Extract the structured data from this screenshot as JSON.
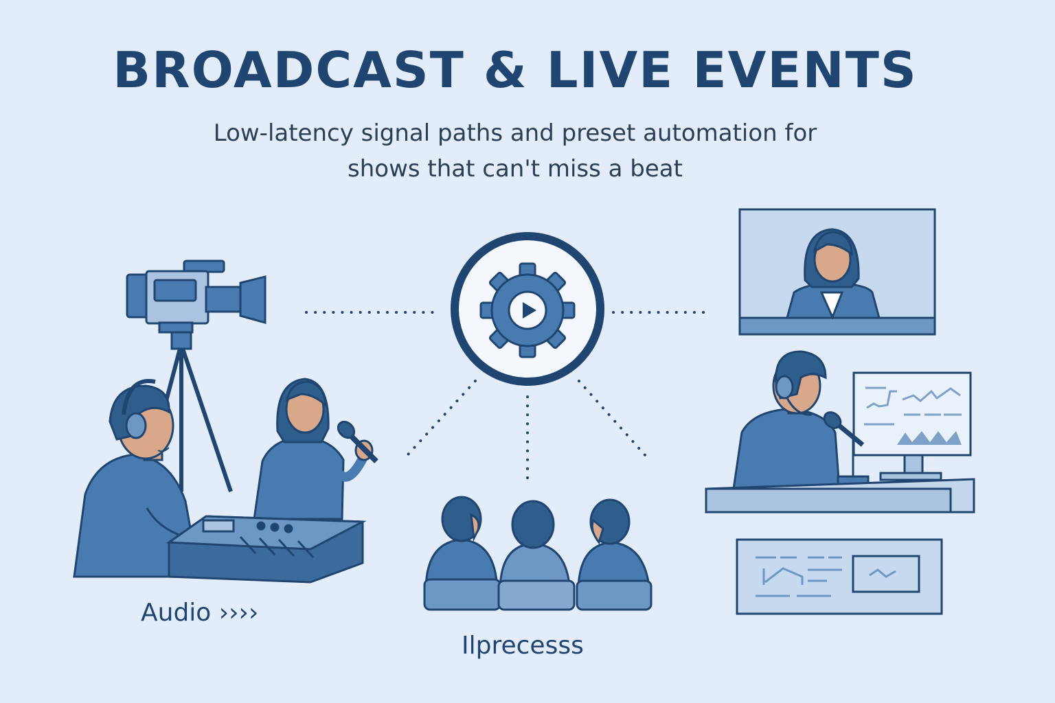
{
  "header": {
    "title": "BROADCAST & LIVE EVENTS",
    "subtitle_line1": "Low-latency signal paths and preset automation for",
    "subtitle_line2": "shows that can't miss a beat"
  },
  "labels": {
    "audio": "Audio ››››",
    "process": "Ilprecesss"
  },
  "colors": {
    "background": "#e2edf9",
    "primary_dark": "#1f4570",
    "primary": "#4a7bb0",
    "primary_light": "#a9c3e0"
  },
  "icons": [
    "video-camera-icon",
    "gear-play-icon",
    "monitor-icon",
    "microphone-icon"
  ]
}
